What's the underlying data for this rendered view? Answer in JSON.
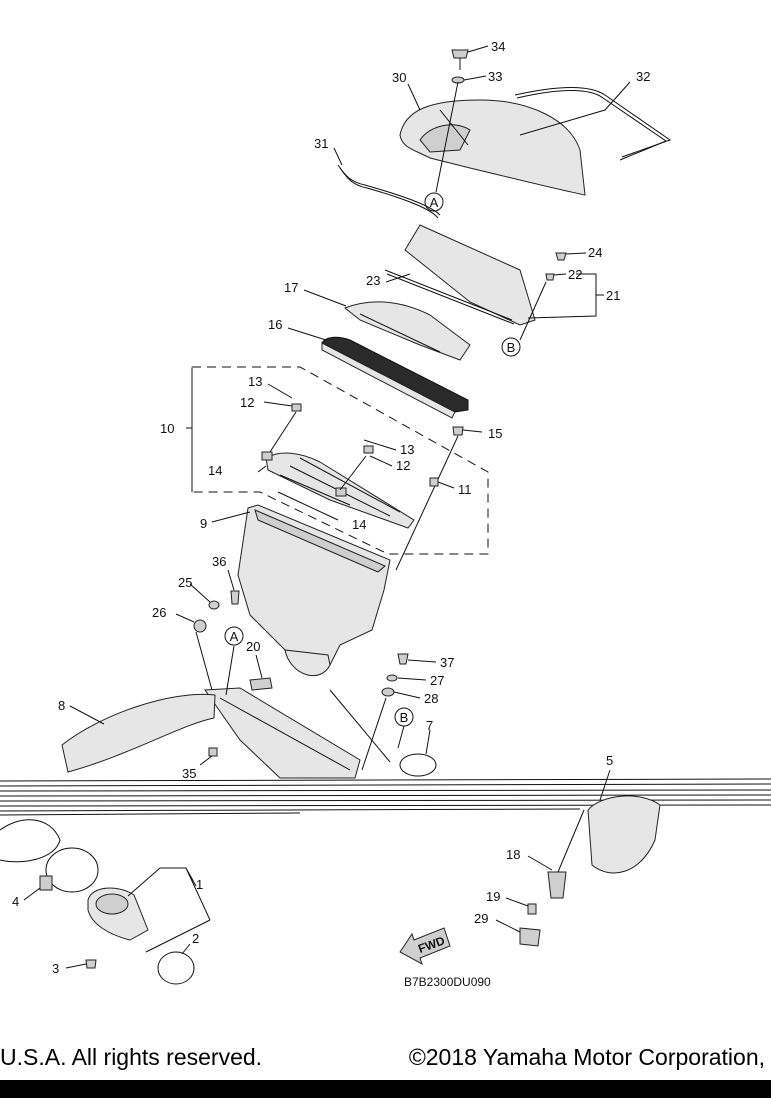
{
  "diagram": {
    "code": "B7B2300DU090",
    "fwd_label": "FWD",
    "callouts": {
      "c1": "1",
      "c2": "2",
      "c3": "3",
      "c4": "4",
      "c5": "5",
      "c7": "7",
      "c8": "8",
      "c9": "9",
      "c10": "10",
      "c11": "11",
      "c12a": "12",
      "c12b": "12",
      "c13a": "13",
      "c13b": "13",
      "c14a": "14",
      "c14b": "14",
      "c15": "15",
      "c16": "16",
      "c17": "17",
      "c18": "18",
      "c19": "19",
      "c20": "20",
      "c21": "21",
      "c22": "22",
      "c23": "23",
      "c24": "24",
      "c25": "25",
      "c26": "26",
      "c27": "27",
      "c28": "28",
      "c29": "29",
      "c30": "30",
      "c31": "31",
      "c32": "32",
      "c33": "33",
      "c34": "34",
      "c35": "35",
      "c36": "36",
      "c37": "37"
    },
    "refs": {
      "a1": "A",
      "a2": "A",
      "b1": "B",
      "b2": "B"
    }
  },
  "footer": {
    "left": "U.S.A. All rights reserved.",
    "right": "©2018 Yamaha Motor Corporation,"
  }
}
